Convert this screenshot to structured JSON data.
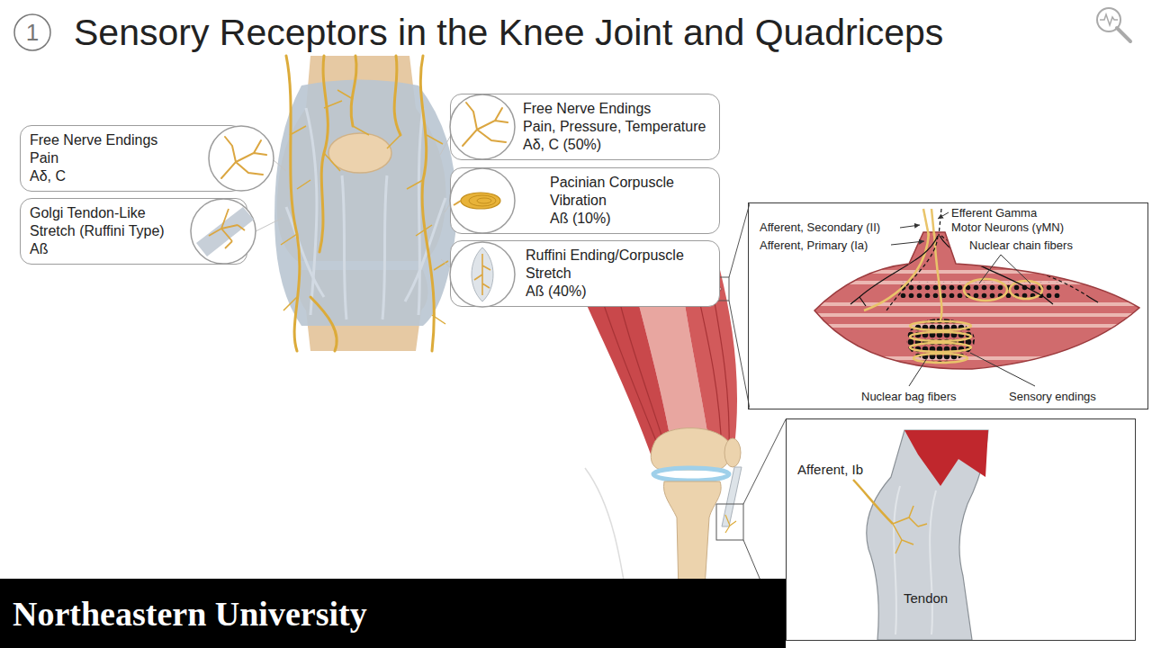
{
  "diagram": {
    "title": "Sensory Receptors in the Knee Joint and Quadriceps",
    "nodes": [
      {
        "text": [
          "Free Nerve Endings",
          "Pain",
          "Aδ, C"
        ]
      },
      {
        "text": [
          "Golgi Tendon-Like",
          "Stretch (Ruffini Type)",
          "Aß"
        ]
      },
      {
        "text": [
          "Free Nerve Endings",
          "Pain, Pressure, Temperature",
          "Aδ, C (50%)"
        ]
      },
      {
        "text": [
          "Pacinian Corpuscle",
          "Vibration",
          "Aß (10%)"
        ]
      },
      {
        "text": [
          "Ruffini Ending/Corpuscle",
          "Stretch",
          "Aß (40%)"
        ]
      },
      {
        "text": [
          "Afferent, Secondary (II)",
          "Afferent, Primary (Ia)",
          "Efferent Gamma Motor Neurons (γMN)",
          "Nuclear chain fibers",
          "Nuclear bag fibers",
          "Sensory endings"
        ]
      },
      {
        "text": [
          "Afferent, Ib",
          "Tendon"
        ]
      },
      {
        "text": [
          "Northeastern University"
        ]
      }
    ],
    "labels": [
      "1"
    ]
  }
}
